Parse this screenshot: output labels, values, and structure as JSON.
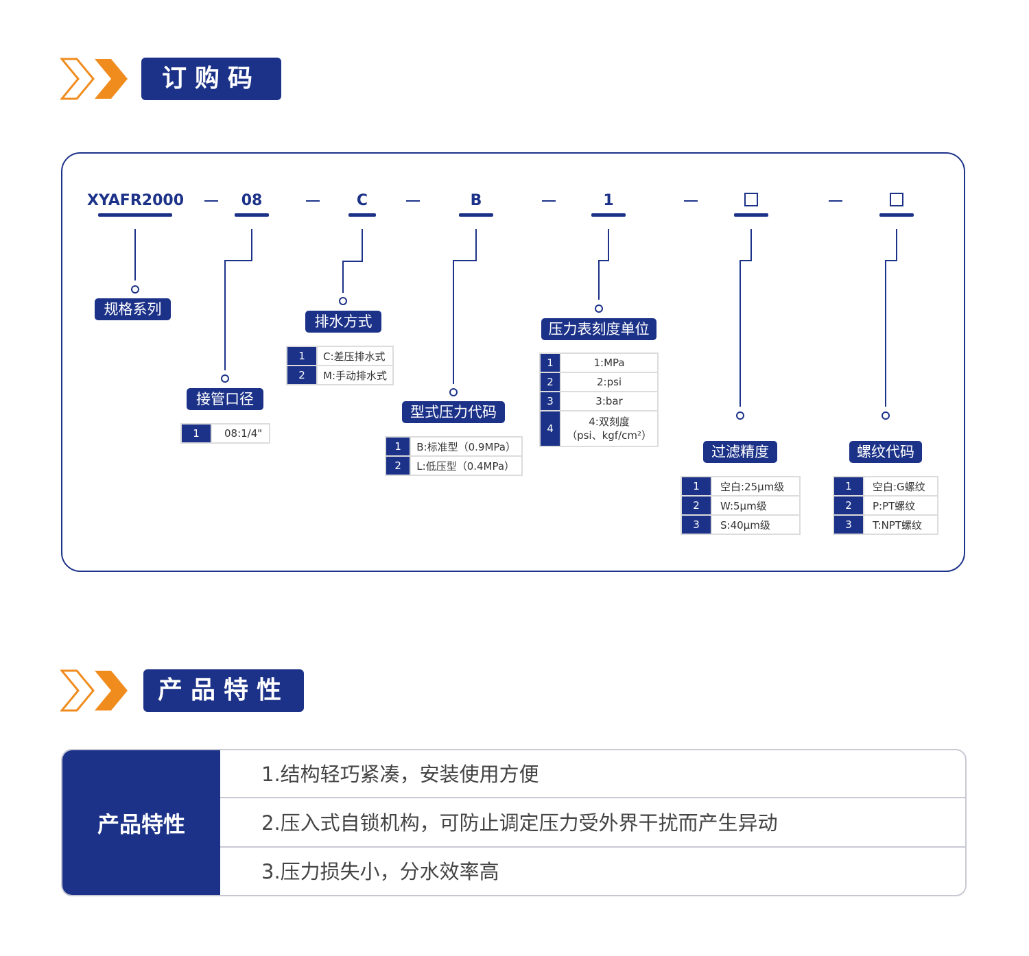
{
  "section1": {
    "title": "订购码"
  },
  "code": {
    "segments": [
      "XYAFR2000",
      "08",
      "C",
      "B",
      "1",
      "□",
      "□"
    ]
  },
  "groups": {
    "spec": {
      "label": "规格系列"
    },
    "port": {
      "label": "接管口径",
      "options": [
        {
          "n": "1",
          "t": "08:1/4\""
        }
      ]
    },
    "drain": {
      "label": "排水方式",
      "options": [
        {
          "n": "1",
          "t": "C:差压排水式"
        },
        {
          "n": "2",
          "t": "M:手动排水式"
        }
      ]
    },
    "type": {
      "label": "型式压力代码",
      "options": [
        {
          "n": "1",
          "t": "B:标准型（0.9MPa）"
        },
        {
          "n": "2",
          "t": "L:低压型（0.4MPa）"
        }
      ]
    },
    "gauge": {
      "label": "压力表刻度单位",
      "options": [
        {
          "n": "1",
          "t": "1:MPa"
        },
        {
          "n": "2",
          "t": "2:psi"
        },
        {
          "n": "3",
          "t": "3:bar"
        },
        {
          "n": "4",
          "t": "4:双刻度",
          "t2": "（psi、kgf/cm²）"
        }
      ]
    },
    "filter": {
      "label": "过滤精度",
      "options": [
        {
          "n": "1",
          "t": "空白:25μm级"
        },
        {
          "n": "2",
          "t": "W:5μm级"
        },
        {
          "n": "3",
          "t": "S:40μm级"
        }
      ]
    },
    "thread": {
      "label": "螺纹代码",
      "options": [
        {
          "n": "1",
          "t": "空白:G螺纹"
        },
        {
          "n": "2",
          "t": "P:PT螺纹"
        },
        {
          "n": "3",
          "t": "T:NPT螺纹"
        }
      ]
    }
  },
  "section2": {
    "title": "产品特性"
  },
  "features": {
    "heading": "产品特性",
    "items": [
      "1.结构轻巧紧凑，安装使用方便",
      "2.压入式自锁机构，可防止调定压力受外界干扰而产生异动",
      "3.压力损失小，分水效率高"
    ]
  },
  "colors": {
    "primary": "#1c3288",
    "accent": "#f08c1e"
  }
}
